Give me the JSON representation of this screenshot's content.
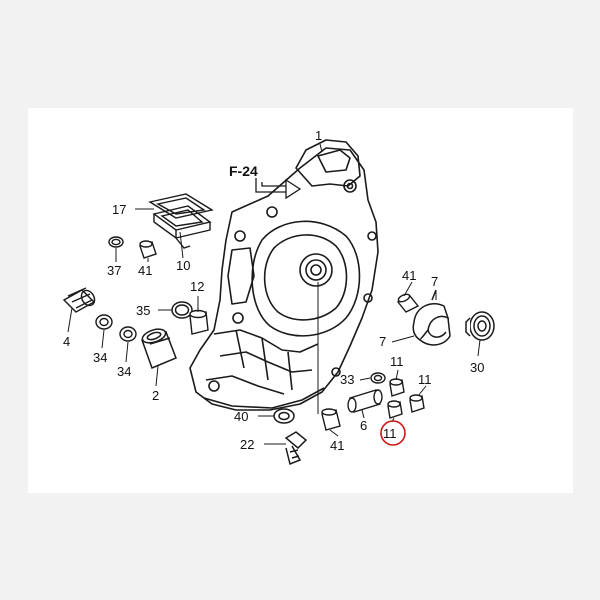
{
  "diagram": {
    "reference_label": "F-24",
    "parts": [
      {
        "id": "p1",
        "label": "1"
      },
      {
        "id": "p17",
        "label": "17"
      },
      {
        "id": "p10",
        "label": "10"
      },
      {
        "id": "p37",
        "label": "37"
      },
      {
        "id": "p41a",
        "label": "41"
      },
      {
        "id": "p35",
        "label": "35"
      },
      {
        "id": "p12",
        "label": "12"
      },
      {
        "id": "p4",
        "label": "4"
      },
      {
        "id": "p34a",
        "label": "34"
      },
      {
        "id": "p34b",
        "label": "34"
      },
      {
        "id": "p2",
        "label": "2"
      },
      {
        "id": "p41b",
        "label": "41"
      },
      {
        "id": "p7a",
        "label": "7"
      },
      {
        "id": "p7b",
        "label": "7"
      },
      {
        "id": "p30",
        "label": "30"
      },
      {
        "id": "p11a",
        "label": "11"
      },
      {
        "id": "p11b",
        "label": "11"
      },
      {
        "id": "p11c",
        "label": "11"
      },
      {
        "id": "p33",
        "label": "33"
      },
      {
        "id": "p6",
        "label": "6"
      },
      {
        "id": "p40",
        "label": "40"
      },
      {
        "id": "p22",
        "label": "22"
      },
      {
        "id": "p41c",
        "label": "41"
      }
    ],
    "highlight_color": "#d01818",
    "line_color": "#1a1a1a"
  }
}
